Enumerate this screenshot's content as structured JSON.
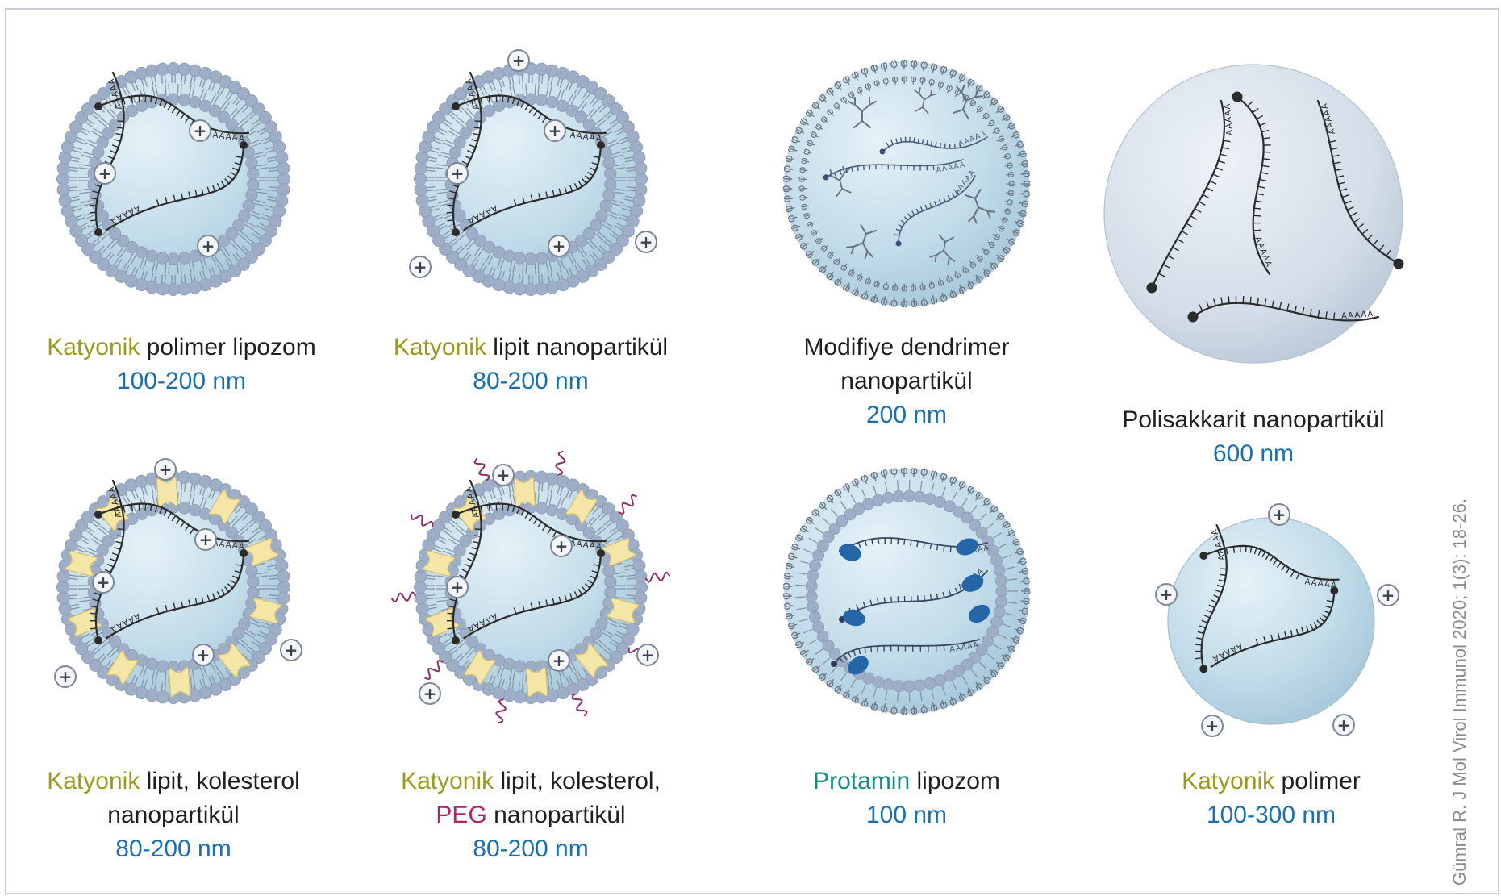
{
  "colors": {
    "frame_border": "#c9ced6",
    "fill_light": "#e6f2f8",
    "fill_mid": "#c2dce9",
    "fill_dark": "#a4c6d8",
    "polysaccharide_fill": "#d3dde8",
    "lipid_head": "#9eaec6",
    "lipid_tail": "#8894a6",
    "cholesterol": "#f4e6a6",
    "peg": "#8c2f6a",
    "protamine": "#2566a8",
    "strand": "#2b2b2b",
    "size_text": "#1a6fae",
    "olive_text": "#9a9a1e",
    "teal_text": "#138c82",
    "magenta_text": "#b0246a"
  },
  "symbols": {
    "plus": "+",
    "poly_a_tail": "AAAAA",
    "dendrimer_unit": "φ"
  },
  "particles": [
    {
      "id": "katyonik-polimer-lipozom",
      "kind": "lipid-bilayer",
      "caption": [
        [
          {
            "text": "Katyonik",
            "style": "olive"
          },
          {
            "text": " polimer lipozom"
          }
        ]
      ],
      "size": "100-200 nm"
    },
    {
      "id": "katyonik-lipit-nanopartikul",
      "kind": "lipid-bilayer-charged",
      "caption": [
        [
          {
            "text": "Katyonik",
            "style": "olive"
          },
          {
            "text": " lipit nanopartikül"
          }
        ]
      ],
      "size": "80-200 nm"
    },
    {
      "id": "modifiye-dendrimer-nanopartikul",
      "kind": "dendrimer",
      "caption": [
        [
          {
            "text": "Modifiye dendrimer"
          }
        ],
        [
          {
            "text": "nanopartikül"
          }
        ]
      ],
      "size": "200 nm"
    },
    {
      "id": "polisakkarit-nanopartikul",
      "kind": "polysaccharide",
      "caption": [
        [
          {
            "text": "Polisakkarit nanopartikül"
          }
        ]
      ],
      "size": "600 nm"
    },
    {
      "id": "katyonik-lipit-kolesterol-nanopartikul",
      "kind": "lipid-cholesterol",
      "caption": [
        [
          {
            "text": "Katyonik",
            "style": "olive"
          },
          {
            "text": " lipit, kolesterol"
          }
        ],
        [
          {
            "text": "nanopartikül"
          }
        ]
      ],
      "size": "80-200 nm"
    },
    {
      "id": "katyonik-lipit-kolesterol-peg-nanopartikul",
      "kind": "lipid-cholesterol-peg",
      "caption": [
        [
          {
            "text": "Katyonik",
            "style": "olive"
          },
          {
            "text": " lipit, kolesterol,"
          }
        ],
        [
          {
            "text": "PEG",
            "style": "magenta"
          },
          {
            "text": " nanopartikül"
          }
        ]
      ],
      "size": "80-200 nm"
    },
    {
      "id": "protamin-lipozom",
      "kind": "protamine",
      "caption": [
        [
          {
            "text": "Protamin",
            "style": "teal"
          },
          {
            "text": " lipozom"
          }
        ]
      ],
      "size": "100 nm"
    },
    {
      "id": "katyonik-polimer",
      "kind": "polymer",
      "caption": [
        [
          {
            "text": "Katyonik",
            "style": "olive"
          },
          {
            "text": " polimer"
          }
        ]
      ],
      "size": "100-300 nm"
    }
  ],
  "credit": "Gümral R. J Mol Virol Immunol 2020; 1(3): 18-26."
}
